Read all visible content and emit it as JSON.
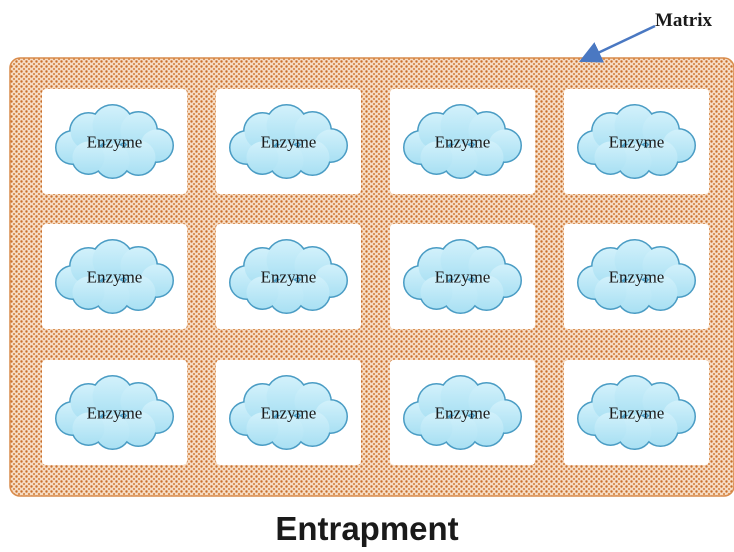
{
  "matrix_label": "Matrix",
  "caption": "Entrapment",
  "cell_label": "Enzyme",
  "grid": {
    "rows": 3,
    "cols": 4
  },
  "colors": {
    "matrix_fill": "#f6dcc4",
    "matrix_dots": "#c96f2a",
    "matrix_border": "#d98c4c",
    "cloud_fill": "#bfe9f7",
    "cloud_stroke": "#4a9cc4",
    "arrow": "#4a78c2"
  }
}
